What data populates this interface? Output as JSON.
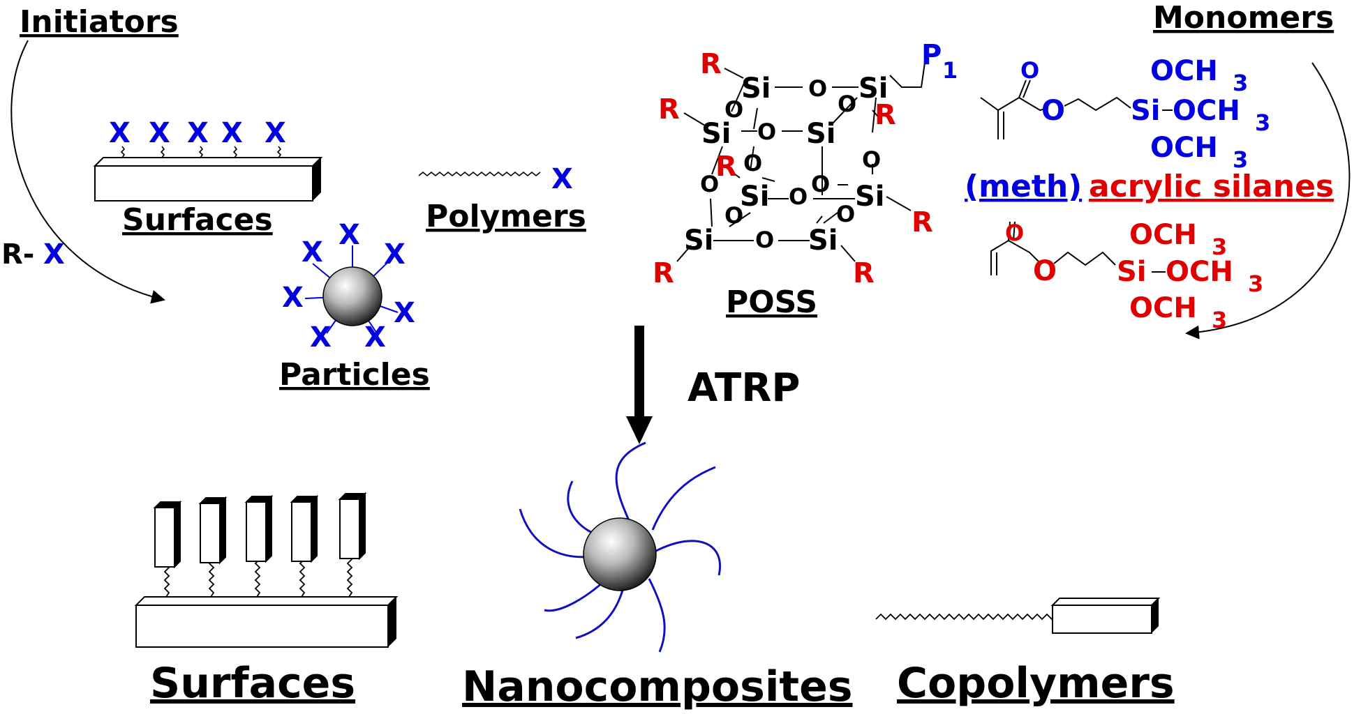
{
  "labels": {
    "initiators": "Initiators",
    "monomers": "Monomers",
    "surfaces_top": "Surfaces",
    "polymers": "Polymers",
    "particles": "Particles",
    "poss": "POSS",
    "atrp": "ATRP",
    "surfaces_bottom": "Surfaces",
    "nanocomposites": "Nanocomposites",
    "copolymers": "Copolymers",
    "meth": "(meth)",
    "acrylic_silanes": "acrylic silanes"
  },
  "chemistry": {
    "r": "R",
    "r_dash": "R-",
    "x": "X",
    "si": "Si",
    "o": "O",
    "p": "P",
    "p_sub": "1",
    "och3": "OCH",
    "och3_sub": "3"
  },
  "colors": {
    "initiator_group": "#0000e0",
    "poss_substituent": "#e00000",
    "methacrylic_silane": "#0000e0",
    "acrylic_silane": "#e00000",
    "grafted_chain": "#1010c0"
  }
}
